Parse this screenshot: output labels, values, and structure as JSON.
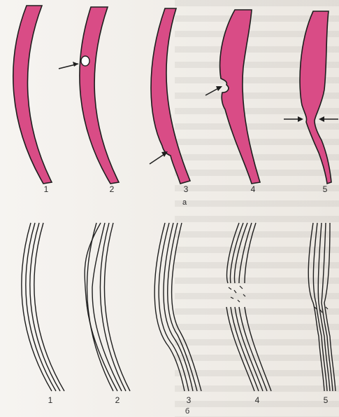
{
  "figure": {
    "panel_a": {
      "label": "а",
      "numbers": [
        "1",
        "2",
        "3",
        "4",
        "5"
      ]
    },
    "panel_b": {
      "label": "б",
      "numbers": [
        "1",
        "2",
        "3",
        "4",
        "5"
      ]
    }
  },
  "colors": {
    "fiber_fill": "#d94c86",
    "outline": "#1e1e1e",
    "background": "#f3f0ec"
  }
}
